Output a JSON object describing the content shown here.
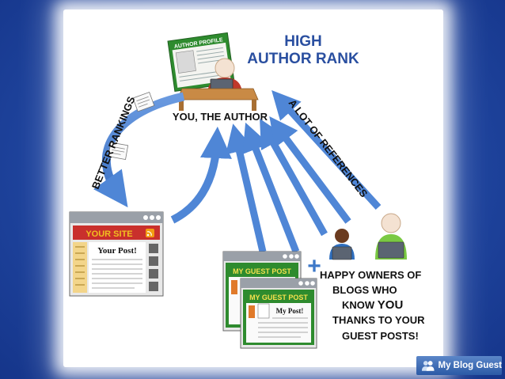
{
  "labels": {
    "high_author_rank_line1": "HIGH",
    "high_author_rank_line2": "AUTHOR RANK",
    "author_profile": "AUTHOR PROFILE",
    "you_the_author": "YOU, THE AUTHOR",
    "better_rankings": "BETTER RANKINGS",
    "a_lot_of_references": "A LOT OF REFERENCES",
    "your_site": "YOUR SITE",
    "your_post": "Your Post!",
    "my_guest_post_1": "MY GUEST POST",
    "my_guest_post_2": "MY GUEST POST",
    "my_post": "My Post!",
    "plus": "+",
    "happy_line1": "HAPPY OWNERS OF",
    "happy_line2": "BLOGS WHO",
    "happy_line3_pre": "KNOW ",
    "happy_line3_you": "YOU",
    "happy_line4": "THANKS TO YOUR",
    "happy_line5": "GUEST POSTS!"
  },
  "logo": {
    "text": "My Blog Guest"
  },
  "colors": {
    "background": "#2046a0",
    "arrow_blue": "#4f86d6",
    "title_blue": "#2a4fa0",
    "your_site_red": "#c9302c",
    "guest_green": "#2e8b2e",
    "plus_blue": "#3d78c8"
  }
}
